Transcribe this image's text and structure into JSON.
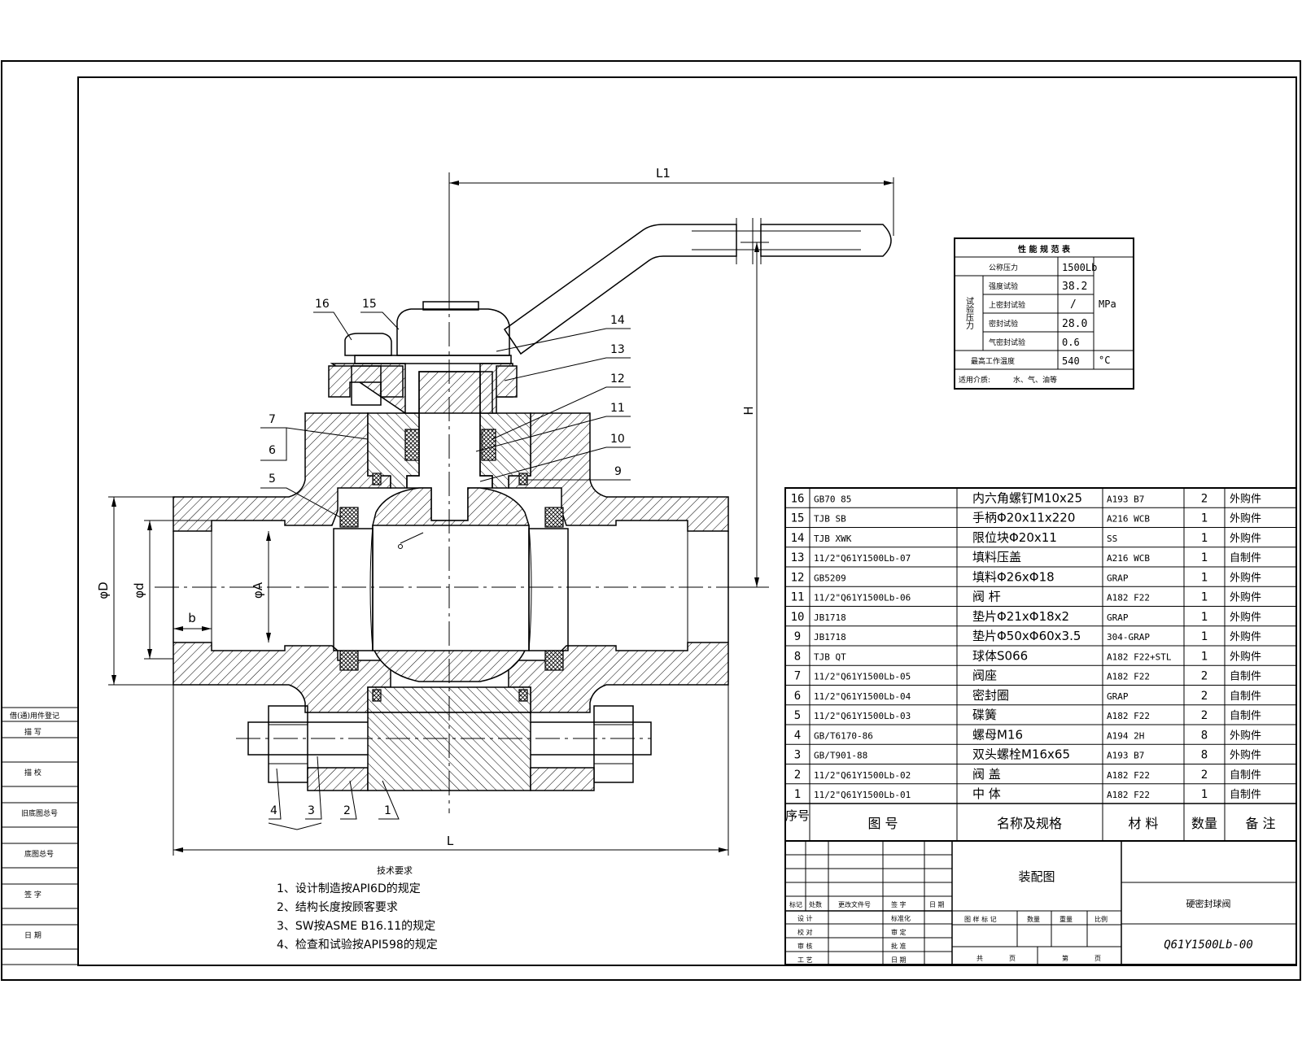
{
  "dimensions": {
    "L1": "L1",
    "H": "H",
    "L": "L",
    "phiD": "φD",
    "phid": "φd",
    "phiA": "φA",
    "b": "b"
  },
  "balloons": [
    "16",
    "15",
    "14",
    "13",
    "12",
    "11",
    "10",
    "9",
    "7",
    "6",
    "5",
    "4",
    "3",
    "2",
    "1"
  ],
  "performance_table": {
    "title": "性 能 规 范 表",
    "test_pressure_label": "试验压力",
    "rows": [
      {
        "label": "公称压力",
        "value": "1500Lb"
      },
      {
        "label": "强度试验",
        "value": "38.2"
      },
      {
        "label": "上密封试验",
        "value": "/"
      },
      {
        "label": "密封试验",
        "value": "28.0"
      },
      {
        "label": "气密封试验",
        "value": "0.6"
      },
      {
        "label": "最高工作温度",
        "value": "540"
      }
    ],
    "unit_pressure": "MPa",
    "unit_temp": "°C",
    "medium_label": "适用介质:",
    "medium_value": "水、气、油等"
  },
  "parts_list": {
    "headers": [
      "序号",
      "图 号",
      "名称及规格",
      "材 料",
      "数量",
      "备 注"
    ],
    "rows": [
      {
        "no": "16",
        "code": "GB70 85",
        "name": "内六角螺钉M10x25",
        "mat": "A193 B7",
        "qty": "2",
        "note": "外购件"
      },
      {
        "no": "15",
        "code": "TJB SB",
        "name": "手柄Φ20x11x220",
        "mat": "A216 WCB",
        "qty": "1",
        "note": "外购件"
      },
      {
        "no": "14",
        "code": "TJB XWK",
        "name": "限位块Φ20x11",
        "mat": "SS",
        "qty": "1",
        "note": "外购件"
      },
      {
        "no": "13",
        "code": "11/2\"Q61Y1500Lb-07",
        "name": "填料压盖",
        "mat": "A216 WCB",
        "qty": "1",
        "note": "自制件"
      },
      {
        "no": "12",
        "code": "GB5209",
        "name": "填料Φ26xΦ18",
        "mat": "GRAP",
        "qty": "1",
        "note": "外购件"
      },
      {
        "no": "11",
        "code": "11/2\"Q61Y1500Lb-06",
        "name": "阀 杆",
        "mat": "A182 F22",
        "qty": "1",
        "note": "外购件"
      },
      {
        "no": "10",
        "code": "JB1718",
        "name": "垫片Φ21xΦ18x2",
        "mat": "GRAP",
        "qty": "1",
        "note": "外购件"
      },
      {
        "no": "9",
        "code": "JB1718",
        "name": "垫片Φ50xΦ60x3.5",
        "mat": "304-GRAP",
        "qty": "1",
        "note": "外购件"
      },
      {
        "no": "8",
        "code": "TJB QT",
        "name": "球体S066",
        "mat": "A182 F22+STL",
        "qty": "1",
        "note": "外购件"
      },
      {
        "no": "7",
        "code": "11/2\"Q61Y1500Lb-05",
        "name": "阀座",
        "mat": "A182 F22",
        "qty": "2",
        "note": "自制件"
      },
      {
        "no": "6",
        "code": "11/2\"Q61Y1500Lb-04",
        "name": "密封圈",
        "mat": "GRAP",
        "qty": "2",
        "note": "自制件"
      },
      {
        "no": "5",
        "code": "11/2\"Q61Y1500Lb-03",
        "name": "碟簧",
        "mat": "A182 F22",
        "qty": "2",
        "note": "自制件"
      },
      {
        "no": "4",
        "code": "GB/T6170-86",
        "name": "螺母M16",
        "mat": "A194 2H",
        "qty": "8",
        "note": "外购件"
      },
      {
        "no": "3",
        "code": "GB/T901-88",
        "name": "双头螺栓M16x65",
        "mat": "A193 B7",
        "qty": "8",
        "note": "外购件"
      },
      {
        "no": "2",
        "code": "11/2\"Q61Y1500Lb-02",
        "name": "阀 盖",
        "mat": "A182 F22",
        "qty": "2",
        "note": "自制件"
      },
      {
        "no": "1",
        "code": "11/2\"Q61Y1500Lb-01",
        "name": "中 体",
        "mat": "A182 F22",
        "qty": "1",
        "note": "自制件"
      }
    ]
  },
  "title_block": {
    "drawing_type": "装配图",
    "product_name": "硬密封球阀",
    "drawing_number": "Q61Y1500Lb-00",
    "rev_headers": [
      "标记",
      "处数",
      "更改文件号",
      "签 字",
      "日 期"
    ],
    "sign_rows": [
      {
        "a": "设 计",
        "b": "标准化"
      },
      {
        "a": "校 对",
        "b": "审 定"
      },
      {
        "a": "审 核",
        "b": "批 准"
      },
      {
        "a": "工 艺",
        "b": "日 期"
      }
    ],
    "stage_headers": [
      "图 样 标 记",
      "数量",
      "重量",
      "比例"
    ],
    "sheet_left": "共",
    "sheet_unit": "页",
    "sheet_right": "第",
    "sheet_unit2": "页"
  },
  "left_strip": [
    "借(通)用件登记",
    "描 写",
    "描 校",
    "旧底图总号",
    "底图总号",
    "签 字",
    "日 期"
  ],
  "tech_requirements": {
    "title": "技术要求",
    "items": [
      "1、设计制造按API6D的规定",
      "2、结构长度按顾客要求",
      "3、SW按ASME B16.11的规定",
      "4、检查和试验按API598的规定"
    ]
  }
}
